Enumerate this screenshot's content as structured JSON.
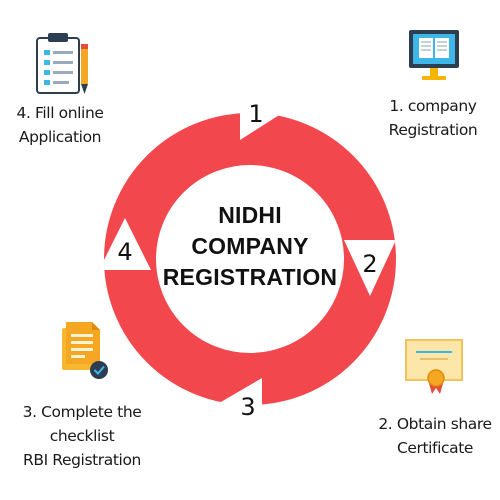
{
  "title": [
    "NIDHI",
    "COMPANY",
    "REGISTRATION"
  ],
  "colors": {
    "ring": "#f1474d",
    "arrow": "#ffffff",
    "text": "#111111"
  },
  "steps": [
    {
      "number": "1",
      "label_lines": [
        "1. company",
        "Registration"
      ],
      "icon": "monitor-icon"
    },
    {
      "number": "2",
      "label_lines": [
        "2. Obtain share",
        "Certificate"
      ],
      "icon": "certificate-icon"
    },
    {
      "number": "3",
      "label_lines": [
        "3. Complete the",
        "checklist",
        "RBI Registration"
      ],
      "icon": "document-check-icon"
    },
    {
      "number": "4",
      "label_lines": [
        "4. Fill online",
        "Application"
      ],
      "icon": "clipboard-pencil-icon"
    }
  ]
}
